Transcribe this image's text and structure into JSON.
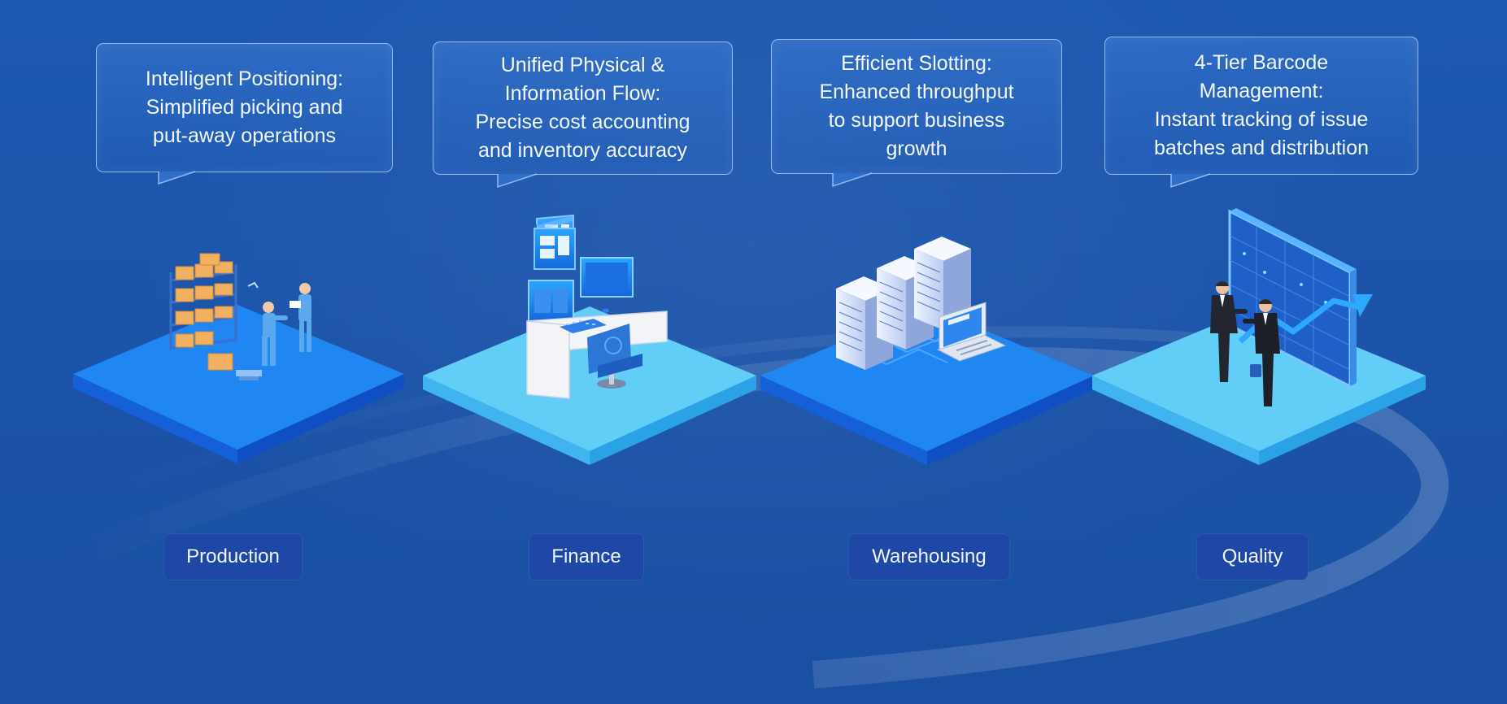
{
  "colors": {
    "background": "#1c55ac",
    "bubble_border": "#b8d6ff",
    "label_bg": "#1e47a6",
    "platform_dark": "#1b78ec",
    "platform_light": "#5cc8f5",
    "accent": "#34a5ff",
    "boxes": "#f2b061"
  },
  "stages": [
    {
      "callout": [
        "Intelligent Positioning:",
        "Simplified picking and",
        "put-away operations"
      ],
      "label": "Production",
      "icon": "warehouse-workers-shelf-icon"
    },
    {
      "callout": [
        "Unified Physical &",
        "Information Flow:",
        "Precise cost accounting",
        "and inventory accuracy"
      ],
      "label": "Finance",
      "icon": "computer-workstation-icon"
    },
    {
      "callout": [
        "Efficient Slotting:",
        "Enhanced throughput",
        "to support business",
        "growth"
      ],
      "label": "Warehousing",
      "icon": "server-racks-laptop-icon"
    },
    {
      "callout": [
        "4-Tier Barcode",
        "Management:",
        "Instant tracking of issue",
        "batches and distribution"
      ],
      "label": "Quality",
      "icon": "handshake-growth-chart-icon"
    }
  ]
}
